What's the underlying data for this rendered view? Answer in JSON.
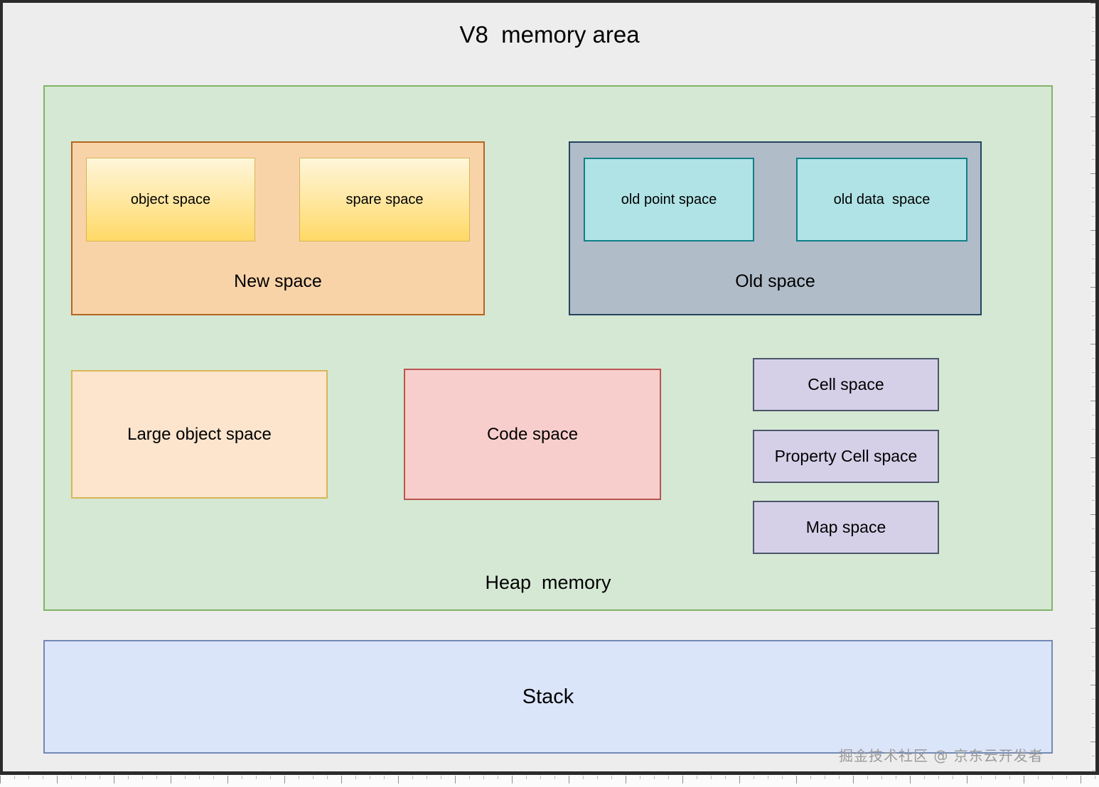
{
  "diagram": {
    "title": "V8  memory area",
    "background_color": "#ededed"
  },
  "heap": {
    "label": "Heap  memory",
    "fill": "#d5e8d4",
    "stroke": "#82b366"
  },
  "new_space": {
    "label": "New space",
    "fill": "#f9d3a8",
    "stroke": "#b5651d",
    "children": [
      {
        "label": "object space",
        "fill_top": "#fff6da",
        "fill_bottom": "#ffd966",
        "stroke": "#d6b656"
      },
      {
        "label": "spare space",
        "fill_top": "#fff6da",
        "fill_bottom": "#ffd966",
        "stroke": "#d6b656"
      }
    ]
  },
  "old_space": {
    "label": "Old space",
    "fill": "#b1bcc9",
    "stroke": "#23445d",
    "children": [
      {
        "label": "old point space",
        "fill": "#b0e3e6",
        "stroke": "#0e8088"
      },
      {
        "label": "old data  space",
        "fill": "#b0e3e6",
        "stroke": "#0e8088"
      }
    ]
  },
  "large_object_space": {
    "label": "Large object space",
    "fill": "#fce4cd",
    "stroke": "#d6b656"
  },
  "code_space": {
    "label": "Code space",
    "fill": "#f8cecc",
    "stroke": "#b85450"
  },
  "side_spaces": [
    {
      "label": "Cell space",
      "fill": "#d5d0e8",
      "stroke": "#4c566a"
    },
    {
      "label": "Property Cell space",
      "fill": "#d5d0e8",
      "stroke": "#4c566a"
    },
    {
      "label": "Map space",
      "fill": "#d5d0e8",
      "stroke": "#4c566a"
    }
  ],
  "stack": {
    "label": "Stack",
    "fill": "#dbe5fa",
    "stroke": "#7389b5"
  },
  "watermark": {
    "text": "掘金技术社区 @ 京东云开发者",
    "color": "#9a9a9a"
  }
}
